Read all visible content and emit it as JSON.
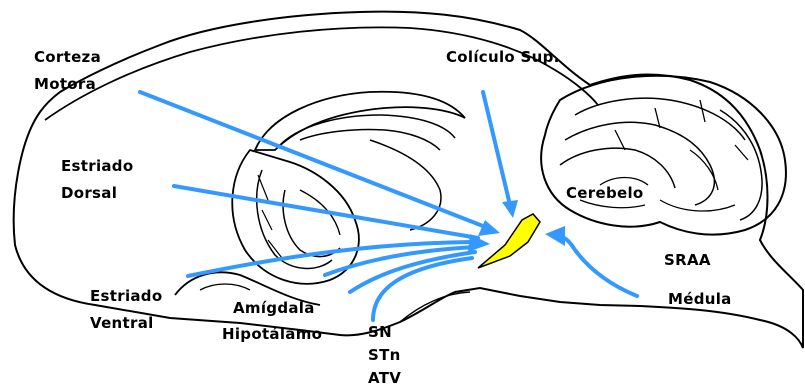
{
  "labels": {
    "corteza_motora_line1": "Corteza",
    "corteza_motora_line2": "Motora",
    "coliculo_sup": "Colículo Sup.",
    "estriado_dorsal_line1": "Estriado",
    "estriado_dorsal_line2": "Dorsal",
    "cerebelo": "Cerebelo",
    "sraa": "SRAA",
    "estriado_ventral_line1": "Estriado",
    "estriado_ventral_line2": "Ventral",
    "amigdala": "Amígdala",
    "hipotalamo": "Hipotálamo",
    "medula": "Médula",
    "sn": "SN",
    "stn": "STn",
    "atv": "ATV"
  },
  "colors": {
    "arrow": "#3399ff",
    "target_nucleus": "#ffff00",
    "outline": "#000000",
    "background": "#ffffff"
  }
}
